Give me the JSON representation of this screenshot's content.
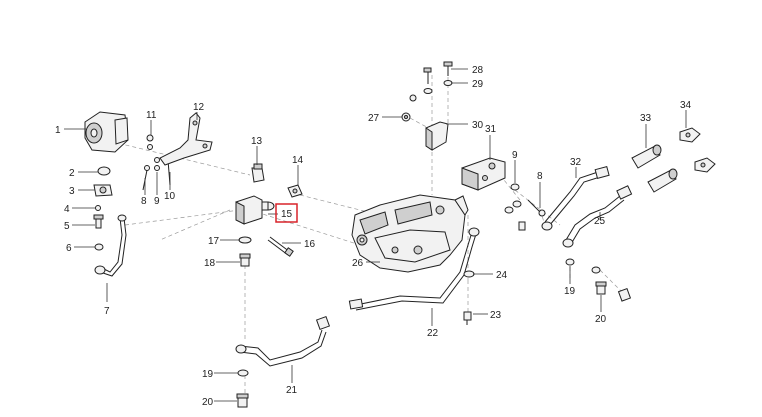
{
  "callouts": [
    {
      "id": "1",
      "label": "1"
    },
    {
      "id": "2",
      "label": "2"
    },
    {
      "id": "3",
      "label": "3"
    },
    {
      "id": "4",
      "label": "4"
    },
    {
      "id": "5",
      "label": "5"
    },
    {
      "id": "6",
      "label": "6"
    },
    {
      "id": "7",
      "label": "7"
    },
    {
      "id": "8a",
      "label": "8"
    },
    {
      "id": "9a",
      "label": "9"
    },
    {
      "id": "10",
      "label": "10"
    },
    {
      "id": "11",
      "label": "11"
    },
    {
      "id": "12",
      "label": "12"
    },
    {
      "id": "13",
      "label": "13"
    },
    {
      "id": "14",
      "label": "14"
    },
    {
      "id": "15",
      "label": "15"
    },
    {
      "id": "16",
      "label": "16"
    },
    {
      "id": "17",
      "label": "17"
    },
    {
      "id": "18",
      "label": "18"
    },
    {
      "id": "19a",
      "label": "19"
    },
    {
      "id": "20a",
      "label": "20"
    },
    {
      "id": "21",
      "label": "21"
    },
    {
      "id": "22",
      "label": "22"
    },
    {
      "id": "23",
      "label": "23"
    },
    {
      "id": "24",
      "label": "24"
    },
    {
      "id": "25",
      "label": "25"
    },
    {
      "id": "26",
      "label": "26"
    },
    {
      "id": "27",
      "label": "27"
    },
    {
      "id": "28",
      "label": "28"
    },
    {
      "id": "29",
      "label": "29"
    },
    {
      "id": "30",
      "label": "30"
    },
    {
      "id": "31",
      "label": "31"
    },
    {
      "id": "32",
      "label": "32"
    },
    {
      "id": "33",
      "label": "33"
    },
    {
      "id": "34",
      "label": "34"
    },
    {
      "id": "8b",
      "label": "8"
    },
    {
      "id": "9b",
      "label": "9"
    },
    {
      "id": "19b",
      "label": "19"
    },
    {
      "id": "20b",
      "label": "20"
    }
  ],
  "highlighted_part": "15",
  "highlight_color": "#d9232a"
}
